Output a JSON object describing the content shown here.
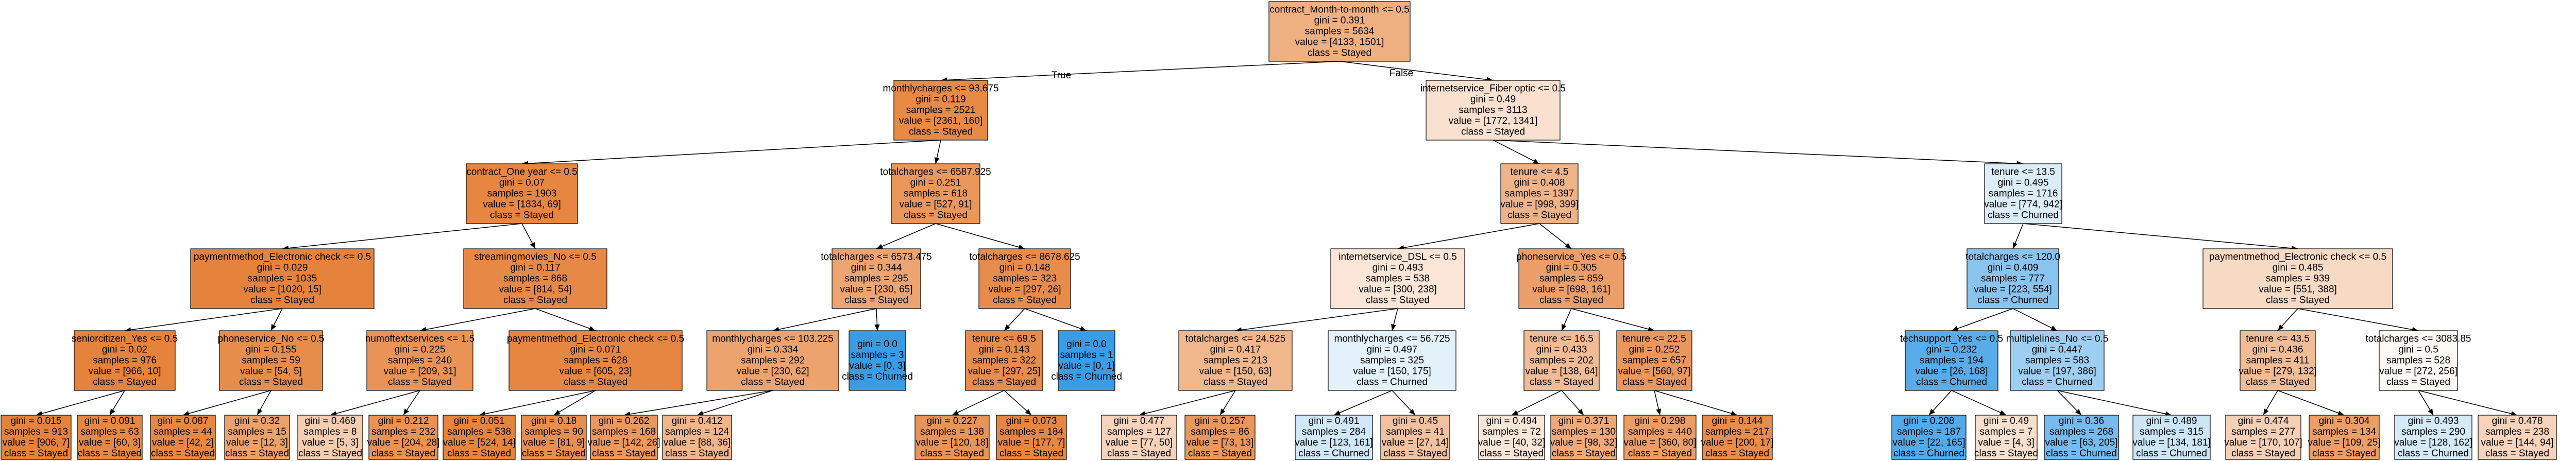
{
  "tree": {
    "colors": {
      "stayed_strong": "#e58139",
      "churned_strong": "#399de5",
      "edge": "#000000",
      "background": "#ffffff"
    },
    "edge_labels": {
      "true_label": "True",
      "false_label": "False"
    },
    "nodes": [
      {
        "id": "n0",
        "split": "contract_Month-to-month <= 0.5",
        "gini": "gini = 0.391",
        "samples": "samples = 5634",
        "value": "value = [4133, 1501]",
        "class": "class = Stayed",
        "fill": "#eeaf81"
      },
      {
        "id": "n1",
        "parent": "n0",
        "split": "monthlycharges <= 93.675",
        "gini": "gini = 0.119",
        "samples": "samples = 2521",
        "value": "value = [2361, 160]",
        "class": "class = Stayed",
        "fill": "#e78a46"
      },
      {
        "id": "n2",
        "parent": "n0",
        "split": "internetservice_Fiber optic <= 0.5",
        "gini": "gini = 0.49",
        "samples": "samples = 3113",
        "value": "value = [1772, 1341]",
        "class": "class = Stayed",
        "fill": "#f9e0cf"
      },
      {
        "id": "n3",
        "parent": "n1",
        "split": "contract_One year <= 0.5",
        "gini": "gini = 0.07",
        "samples": "samples = 1903",
        "value": "value = [1834, 69]",
        "class": "class = Stayed",
        "fill": "#e68640"
      },
      {
        "id": "n4",
        "parent": "n1",
        "split": "totalcharges <= 6587.925",
        "gini": "gini = 0.251",
        "samples": "samples = 618",
        "value": "value = [527, 91]",
        "class": "class = Stayed",
        "fill": "#e9975b"
      },
      {
        "id": "n5",
        "parent": "n2",
        "split": "tenure <= 4.5",
        "gini": "gini = 0.408",
        "samples": "samples = 1397",
        "value": "value = [998, 399]",
        "class": "class = Stayed",
        "fill": "#efb388"
      },
      {
        "id": "n6",
        "parent": "n2",
        "split": "tenure <= 13.5",
        "gini": "gini = 0.495",
        "samples": "samples = 1716",
        "value": "value = [774, 942]",
        "class": "class = Churned",
        "fill": "#dcedfa"
      },
      {
        "id": "n7",
        "parent": "n3",
        "split": "paymentmethod_Electronic check <= 0.5",
        "gini": "gini = 0.029",
        "samples": "samples = 1035",
        "value": "value = [1020, 15]",
        "class": "class = Stayed",
        "fill": "#e5833c"
      },
      {
        "id": "n8",
        "parent": "n3",
        "split": "streamingmovies_No <= 0.5",
        "gini": "gini = 0.117",
        "samples": "samples = 868",
        "value": "value = [814, 54]",
        "class": "class = Stayed",
        "fill": "#e78946"
      },
      {
        "id": "n9",
        "parent": "n4",
        "split": "totalcharges <= 6573.475",
        "gini": "gini = 0.344",
        "samples": "samples = 295",
        "value": "value = [230, 65]",
        "class": "class = Stayed",
        "fill": "#eca571"
      },
      {
        "id": "n10",
        "parent": "n4",
        "split": "totalcharges <= 8678.625",
        "gini": "gini = 0.148",
        "samples": "samples = 323",
        "value": "value = [297, 26]",
        "class": "class = Stayed",
        "fill": "#e78c4a"
      },
      {
        "id": "n11",
        "parent": "n5",
        "split": "internetservice_DSL <= 0.5",
        "gini": "gini = 0.493",
        "samples": "samples = 538",
        "value": "value = [300, 238]",
        "class": "class = Stayed",
        "fill": "#fae5d6"
      },
      {
        "id": "n12",
        "parent": "n5",
        "split": "phoneservice_Yes <= 0.5",
        "gini": "gini = 0.305",
        "samples": "samples = 859",
        "value": "value = [698, 161]",
        "class": "class = Stayed",
        "fill": "#eb9e67"
      },
      {
        "id": "n13",
        "parent": "n6",
        "split": "totalcharges <= 120.0",
        "gini": "gini = 0.409",
        "samples": "samples = 777",
        "value": "value = [223, 554]",
        "class": "class = Churned",
        "fill": "#89c4ef"
      },
      {
        "id": "n14",
        "parent": "n6",
        "split": "paymentmethod_Electronic check <= 0.5",
        "gini": "gini = 0.485",
        "samples": "samples = 939",
        "value": "value = [551, 388]",
        "class": "class = Stayed",
        "fill": "#f7dac4"
      },
      {
        "id": "n15",
        "parent": "n7",
        "split": "seniorcitizen_Yes <= 0.5",
        "gini": "gini = 0.02",
        "samples": "samples = 976",
        "value": "value = [966, 10]",
        "class": "class = Stayed",
        "fill": "#e5823b"
      },
      {
        "id": "n16",
        "parent": "n7",
        "split": "phoneservice_No <= 0.5",
        "gini": "gini = 0.155",
        "samples": "samples = 59",
        "value": "value = [54, 5]",
        "class": "class = Stayed",
        "fill": "#e78d4b"
      },
      {
        "id": "n17",
        "parent": "n8",
        "split": "numoftextservices <= 1.5",
        "gini": "gini = 0.225",
        "samples": "samples = 240",
        "value": "value = [209, 31]",
        "class": "class = Stayed",
        "fill": "#e99456"
      },
      {
        "id": "n18",
        "parent": "n8",
        "split": "paymentmethod_Electronic check <= 0.5",
        "gini": "gini = 0.071",
        "samples": "samples = 628",
        "value": "value = [605, 23]",
        "class": "class = Stayed",
        "fill": "#e68641"
      },
      {
        "id": "n19",
        "parent": "n9",
        "split": "monthlycharges <= 103.225",
        "gini": "gini = 0.334",
        "samples": "samples = 292",
        "value": "value = [230, 62]",
        "class": "class = Stayed",
        "fill": "#eca36e"
      },
      {
        "id": "n20",
        "parent": "n9",
        "split": "",
        "gini": "gini = 0.0",
        "samples": "samples = 3",
        "value": "value = [0, 3]",
        "class": "class = Churned",
        "fill": "#399de5"
      },
      {
        "id": "n21",
        "parent": "n10",
        "split": "tenure <= 69.5",
        "gini": "gini = 0.143",
        "samples": "samples = 322",
        "value": "value = [297, 25]",
        "class": "class = Stayed",
        "fill": "#e78c4a"
      },
      {
        "id": "n22",
        "parent": "n10",
        "split": "",
        "gini": "gini = 0.0",
        "samples": "samples = 1",
        "value": "value = [0, 1]",
        "class": "class = Churned",
        "fill": "#399de5"
      },
      {
        "id": "n23",
        "parent": "n11",
        "split": "totalcharges <= 24.525",
        "gini": "gini = 0.417",
        "samples": "samples = 213",
        "value": "value = [150, 63]",
        "class": "class = Stayed",
        "fill": "#f0b68c"
      },
      {
        "id": "n24",
        "parent": "n11",
        "split": "monthlycharges <= 56.725",
        "gini": "gini = 0.497",
        "samples": "samples = 325",
        "value": "value = [150, 175]",
        "class": "class = Churned",
        "fill": "#e3f1fb"
      },
      {
        "id": "n25",
        "parent": "n12",
        "split": "tenure <= 16.5",
        "gini": "gini = 0.433",
        "samples": "samples = 202",
        "value": "value = [138, 64]",
        "class": "class = Stayed",
        "fill": "#f1bb95"
      },
      {
        "id": "n26",
        "parent": "n12",
        "split": "tenure <= 22.5",
        "gini": "gini = 0.252",
        "samples": "samples = 657",
        "value": "value = [560, 97]",
        "class": "class = Stayed",
        "fill": "#ea975b"
      },
      {
        "id": "n27",
        "parent": "n13",
        "split": "techsupport_Yes <= 0.5",
        "gini": "gini = 0.232",
        "samples": "samples = 194",
        "value": "value = [26, 168]",
        "class": "class = Churned",
        "fill": "#58ace9"
      },
      {
        "id": "n28",
        "parent": "n13",
        "split": "multiplelines_No <= 0.5",
        "gini": "gini = 0.447",
        "samples": "samples = 583",
        "value": "value = [197, 386]",
        "class": "class = Churned",
        "fill": "#9ecff2"
      },
      {
        "id": "n29",
        "parent": "n14",
        "split": "tenure <= 43.5",
        "gini": "gini = 0.436",
        "samples": "samples = 411",
        "value": "value = [279, 132]",
        "class": "class = Stayed",
        "fill": "#f1bd97"
      },
      {
        "id": "n30",
        "parent": "n14",
        "split": "totalcharges <= 3083.85",
        "gini": "gini = 0.5",
        "samples": "samples = 528",
        "value": "value = [272, 256]",
        "class": "class = Stayed",
        "fill": "#fdf8f3"
      },
      {
        "id": "n31",
        "parent": "n15",
        "split": "",
        "gini": "gini = 0.015",
        "samples": "samples = 913",
        "value": "value = [906, 7]",
        "class": "class = Stayed",
        "fill": "#e5823b"
      },
      {
        "id": "n32",
        "parent": "n15",
        "split": "",
        "gini": "gini = 0.091",
        "samples": "samples = 63",
        "value": "value = [60, 3]",
        "class": "class = Stayed",
        "fill": "#e68743"
      },
      {
        "id": "n33",
        "parent": "n16",
        "split": "",
        "gini": "gini = 0.087",
        "samples": "samples = 44",
        "value": "value = [42, 2]",
        "class": "class = Stayed",
        "fill": "#e68742"
      },
      {
        "id": "n34",
        "parent": "n16",
        "split": "",
        "gini": "gini = 0.32",
        "samples": "samples = 15",
        "value": "value = [12, 3]",
        "class": "class = Stayed",
        "fill": "#eca06a"
      },
      {
        "id": "n35",
        "parent": "n17",
        "split": "",
        "gini": "gini = 0.469",
        "samples": "samples = 8",
        "value": "value = [5, 3]",
        "class": "class = Stayed",
        "fill": "#f5cdb0"
      },
      {
        "id": "n36",
        "parent": "n17",
        "split": "",
        "gini": "gini = 0.212",
        "samples": "samples = 232",
        "value": "value = [204, 28]",
        "class": "class = Stayed",
        "fill": "#e99254"
      },
      {
        "id": "n37",
        "parent": "n18",
        "split": "",
        "gini": "gini = 0.051",
        "samples": "samples = 538",
        "value": "value = [524, 14]",
        "class": "class = Stayed",
        "fill": "#e6843e"
      },
      {
        "id": "n38",
        "parent": "n18",
        "split": "",
        "gini": "gini = 0.18",
        "samples": "samples = 90",
        "value": "value = [81, 9]",
        "class": "class = Stayed",
        "fill": "#e88f4f"
      },
      {
        "id": "n39",
        "parent": "n19",
        "split": "",
        "gini": "gini = 0.262",
        "samples": "samples = 168",
        "value": "value = [142, 26]",
        "class": "class = Stayed",
        "fill": "#ea985d"
      },
      {
        "id": "n40",
        "parent": "n19",
        "split": "",
        "gini": "gini = 0.412",
        "samples": "samples = 124",
        "value": "value = [88, 36]",
        "class": "class = Stayed",
        "fill": "#f0b58a"
      },
      {
        "id": "n41",
        "parent": "n21",
        "split": "",
        "gini": "gini = 0.227",
        "samples": "samples = 138",
        "value": "value = [120, 18]",
        "class": "class = Stayed",
        "fill": "#e99457"
      },
      {
        "id": "n42",
        "parent": "n21",
        "split": "",
        "gini": "gini = 0.073",
        "samples": "samples = 184",
        "value": "value = [177, 7]",
        "class": "class = Stayed",
        "fill": "#e68641"
      },
      {
        "id": "n43",
        "parent": "n23",
        "split": "",
        "gini": "gini = 0.477",
        "samples": "samples = 127",
        "value": "value = [77, 50]",
        "class": "class = Stayed",
        "fill": "#f6d3ba"
      },
      {
        "id": "n44",
        "parent": "n23",
        "split": "",
        "gini": "gini = 0.257",
        "samples": "samples = 86",
        "value": "value = [73, 13]",
        "class": "class = Stayed",
        "fill": "#ea975c"
      },
      {
        "id": "n45",
        "parent": "n24",
        "split": "",
        "gini": "gini = 0.491",
        "samples": "samples = 284",
        "value": "value = [123, 161]",
        "class": "class = Churned",
        "fill": "#d0e8f9"
      },
      {
        "id": "n46",
        "parent": "n24",
        "split": "",
        "gini": "gini = 0.45",
        "samples": "samples = 41",
        "value": "value = [27, 14]",
        "class": "class = Stayed",
        "fill": "#f2c2a0"
      },
      {
        "id": "n47",
        "parent": "n25",
        "split": "",
        "gini": "gini = 0.494",
        "samples": "samples = 72",
        "value": "value = [40, 32]",
        "class": "class = Stayed",
        "fill": "#fae6d7"
      },
      {
        "id": "n48",
        "parent": "n25",
        "split": "",
        "gini": "gini = 0.371",
        "samples": "samples = 130",
        "value": "value = [98, 32]",
        "class": "class = Stayed",
        "fill": "#eeaa7a"
      },
      {
        "id": "n49",
        "parent": "n26",
        "split": "",
        "gini": "gini = 0.298",
        "samples": "samples = 440",
        "value": "value = [360, 80]",
        "class": "class = Stayed",
        "fill": "#eb9d65"
      },
      {
        "id": "n50",
        "parent": "n26",
        "split": "",
        "gini": "gini = 0.144",
        "samples": "samples = 217",
        "value": "value = [200, 17]",
        "class": "class = Stayed",
        "fill": "#e78c4a"
      },
      {
        "id": "n51",
        "parent": "n27",
        "split": "",
        "gini": "gini = 0.208",
        "samples": "samples = 187",
        "value": "value = [22, 165]",
        "class": "class = Churned",
        "fill": "#53aae8"
      },
      {
        "id": "n52",
        "parent": "n27",
        "split": "",
        "gini": "gini = 0.49",
        "samples": "samples = 7",
        "value": "value = [4, 3]",
        "class": "class = Stayed",
        "fill": "#f8e0ce"
      },
      {
        "id": "n53",
        "parent": "n28",
        "split": "",
        "gini": "gini = 0.36",
        "samples": "samples = 268",
        "value": "value = [63, 205]",
        "class": "class = Churned",
        "fill": "#76bbed"
      },
      {
        "id": "n54",
        "parent": "n28",
        "split": "",
        "gini": "gini = 0.489",
        "samples": "samples = 315",
        "value": "value = [134, 181]",
        "class": "class = Churned",
        "fill": "#cce6f8"
      },
      {
        "id": "n55",
        "parent": "n29",
        "split": "",
        "gini": "gini = 0.474",
        "samples": "samples = 277",
        "value": "value = [170, 107]",
        "class": "class = Stayed",
        "fill": "#f5d0b6"
      },
      {
        "id": "n56",
        "parent": "n29",
        "split": "",
        "gini": "gini = 0.304",
        "samples": "samples = 134",
        "value": "value = [109, 25]",
        "class": "class = Stayed",
        "fill": "#eb9e66"
      },
      {
        "id": "n57",
        "parent": "n30",
        "split": "",
        "gini": "gini = 0.493",
        "samples": "samples = 290",
        "value": "value = [128, 162]",
        "class": "class = Churned",
        "fill": "#d5eaf9"
      },
      {
        "id": "n58",
        "parent": "n30",
        "split": "",
        "gini": "gini = 0.478",
        "samples": "samples = 238",
        "value": "value = [144, 94]",
        "class": "class = Stayed",
        "fill": "#f6d3ba"
      }
    ]
  }
}
